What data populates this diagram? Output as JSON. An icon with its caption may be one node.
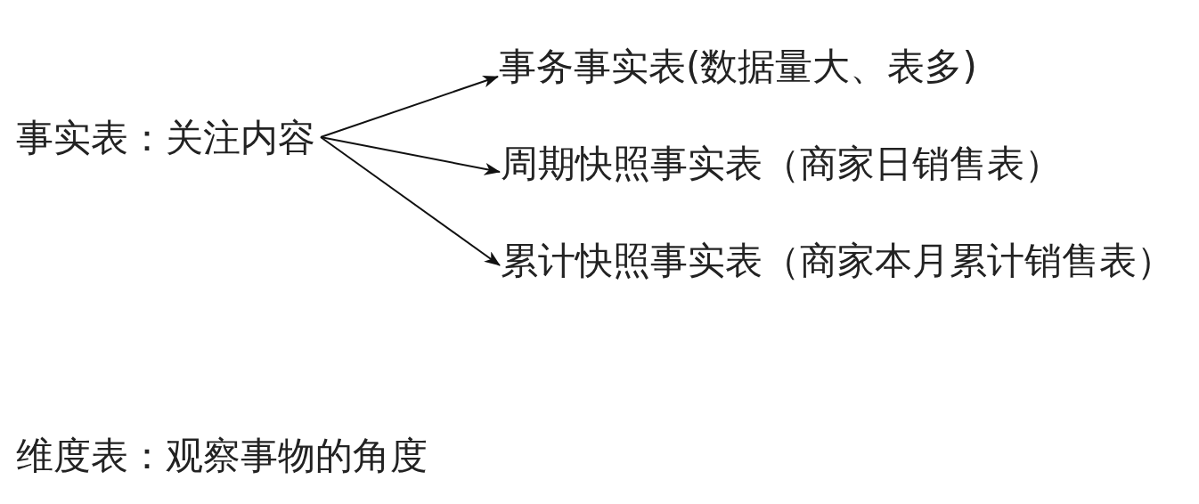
{
  "diagram": {
    "nodes": [
      {
        "text": [
          "事实表：关注内容"
        ]
      },
      {
        "text": [
          "事务事实表(数据量大、表多)"
        ]
      },
      {
        "text": [
          "周期快照事实表（商家日销售表）"
        ]
      },
      {
        "text": [
          "累计快照事实表（商家本月累计销售表）"
        ]
      }
    ],
    "edges": [
      {
        "from": 0,
        "to": 1,
        "arrow": "to"
      },
      {
        "from": 0,
        "to": 2,
        "arrow": "to"
      },
      {
        "from": 0,
        "to": 3,
        "arrow": "to"
      }
    ],
    "labels": [
      "维度表：观察事物的角度"
    ]
  }
}
